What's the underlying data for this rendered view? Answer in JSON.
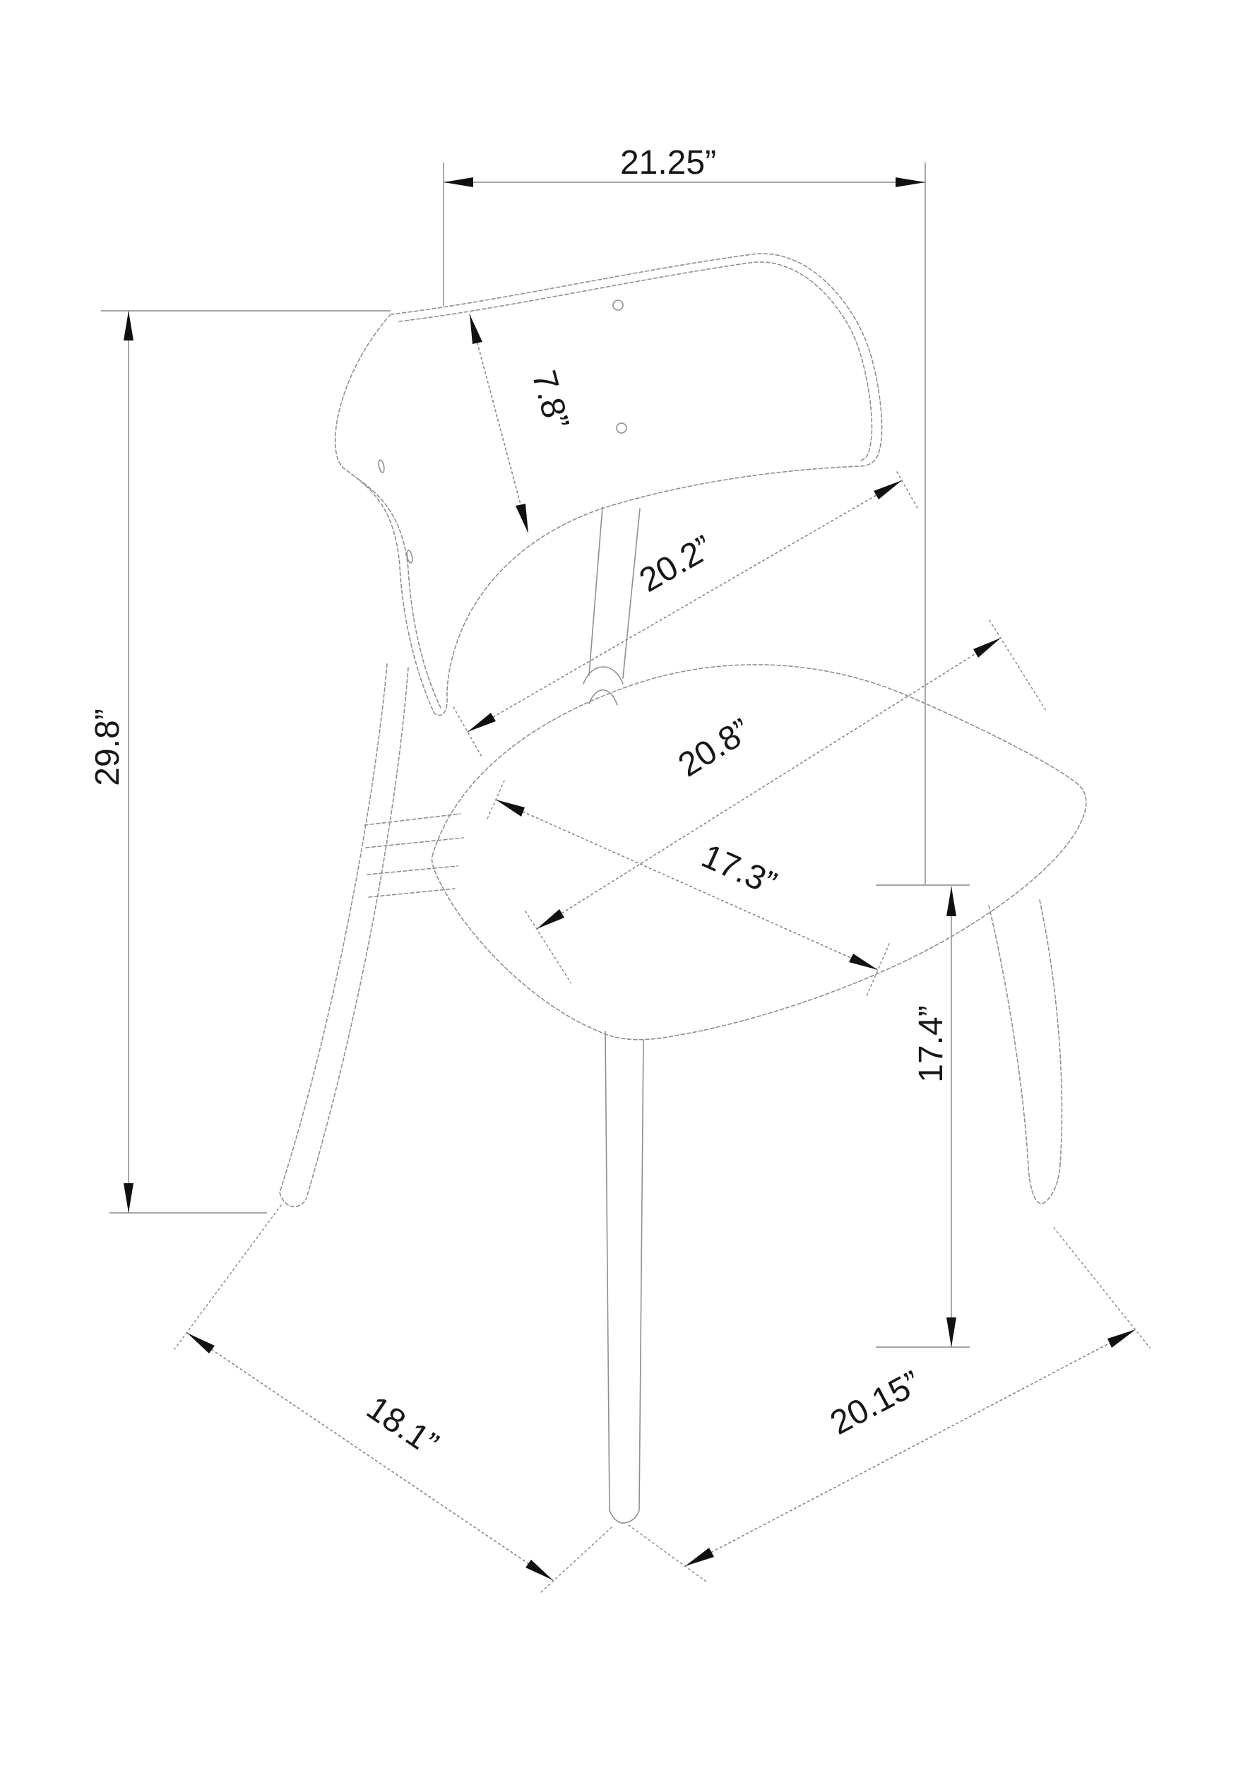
{
  "drawing": {
    "subject": "Dining chair - dimensioned three-quarter view technical line drawing",
    "unit": "inches",
    "background_color": "#ffffff",
    "line_color": "#8f8f8f",
    "text_color": "#171717",
    "arrow_color": "#111111"
  },
  "dimensions": {
    "overall_width": {
      "label": "21.25”",
      "value": 21.25,
      "measures": "overall width across backrest",
      "orientation": "horizontal"
    },
    "overall_height": {
      "label": "29.8”",
      "value": 29.8,
      "measures": "overall height floor to backrest top",
      "orientation": "vertical"
    },
    "backrest_height": {
      "label": "7.8”",
      "value": 7.8,
      "measures": "backrest panel height",
      "orientation": "diagonal"
    },
    "backrest_width": {
      "label": "20.2”",
      "value": 20.2,
      "measures": "backrest width along lower edge",
      "orientation": "diagonal"
    },
    "seat_width": {
      "label": "20.8”",
      "value": 20.8,
      "measures": "seat diagonal front-left to back-right",
      "orientation": "diagonal"
    },
    "seat_depth": {
      "label": "17.3”",
      "value": 17.3,
      "measures": "seat diagonal back-left to front-right",
      "orientation": "diagonal"
    },
    "seat_height": {
      "label": "17.4”",
      "value": 17.4,
      "measures": "seat height above floor",
      "orientation": "vertical"
    },
    "footprint_left": {
      "label": "18.1”",
      "value": 18.1,
      "measures": "floor footprint left side",
      "orientation": "diagonal"
    },
    "footprint_right": {
      "label": "20.15”",
      "value": 20.15,
      "measures": "floor footprint right side",
      "orientation": "diagonal"
    }
  }
}
